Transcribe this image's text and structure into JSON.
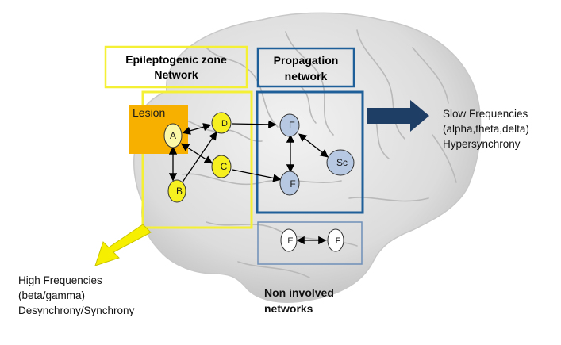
{
  "boxes": {
    "epileptogenic_header": "Epileptogenic  zone\nNetwork",
    "propagation_header": "Propagation\nnetwork",
    "lesion": "Lesion"
  },
  "nodes": {
    "A": "A",
    "B": "B",
    "C": "C",
    "D": "D",
    "E": "E",
    "F": "F",
    "Sc": "Sc",
    "E2": "E",
    "F2": "F"
  },
  "annotations": {
    "slow": [
      "Slow Frequencies",
      "(alpha,theta,delta)",
      "Hypersynchrony"
    ],
    "high": [
      "High Frequencies",
      "(beta/gamma)",
      "Desynchrony/Synchrony"
    ],
    "non_involved": [
      "Non involved",
      "networks"
    ]
  },
  "colors": {
    "yellow_border": "#f4f035",
    "node_yellow": "#f7f020",
    "node_light_yellow": "#fbf8a8",
    "lesion_orange": "#f7b000",
    "blue_border": "#1f5f99",
    "node_blue": "#b7c9e2",
    "arrow_navy": "#1f3e66",
    "arrow_yellow": "#f6f000"
  }
}
